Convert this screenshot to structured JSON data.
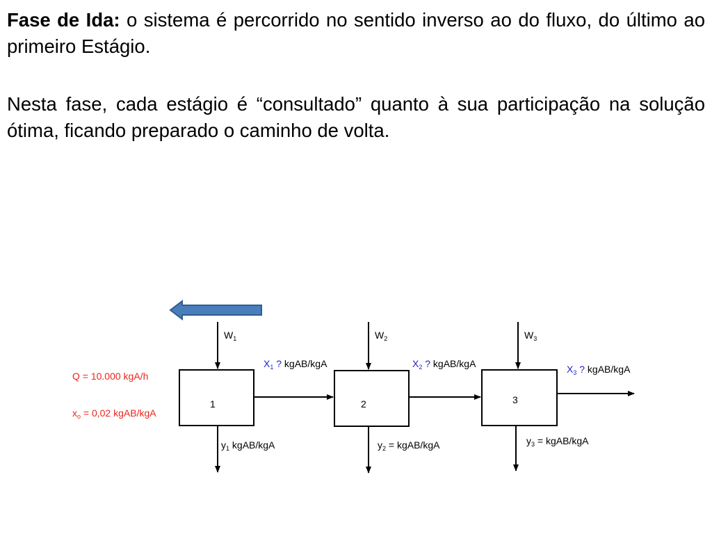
{
  "text": {
    "p1_bold": "Fase de Ida:",
    "p1_rest": " o sistema é percorrido no sentido inverso ao do fluxo, do último ao primeiro Estágio.",
    "p2": "Nesta fase, cada estágio é “consultado” quanto à sua participação na solução ótima, ficando preparado o caminho de volta."
  },
  "diagram": {
    "feed": {
      "flow_label": "Q = 10.000 kgA/h",
      "x0_prefix": "x",
      "x0_sub": "o",
      "x0_rest": "  = 0,02 kgAB/kgA"
    },
    "stages": [
      {
        "number": "1",
        "w_main": "W",
        "w_sub": "1",
        "y_main": "y",
        "y_sub": "1",
        "y_rest": " kgAB/kgA",
        "x_main": "X",
        "x_sub": "1",
        "x_q": " ?",
        "x_rest": " kgAB/kgA"
      },
      {
        "number": "2",
        "w_main": "W",
        "w_sub": "2",
        "y_main": "y",
        "y_sub": "2",
        "y_rest": " = kgAB/kgA",
        "x_main": "X",
        "x_sub": "2",
        "x_q": " ?",
        "x_rest": " kgAB/kgA"
      },
      {
        "number": "3",
        "w_main": "W",
        "w_sub": "3",
        "y_main": "y",
        "y_sub": "3",
        "y_rest": " = kgAB/kgA",
        "x_main": "X",
        "x_sub": "3",
        "x_q": " ?",
        "x_rest": " kgAB/kgA"
      }
    ]
  },
  "colors": {
    "feed_text": "#e8251c",
    "stream_symbol": "#1f1fcc",
    "direction_arrow_fill": "#4a7ebb",
    "direction_arrow_stroke": "#2f5d8f"
  }
}
